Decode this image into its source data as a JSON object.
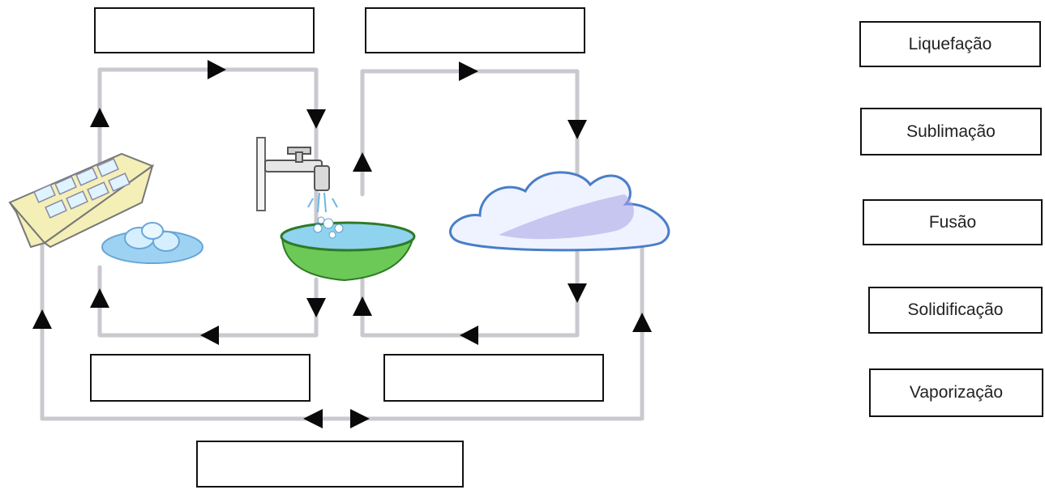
{
  "term_cards": [
    {
      "label": "Liquefação"
    },
    {
      "label": "Sublimação"
    },
    {
      "label": "Fusão"
    },
    {
      "label": "Solidificação"
    },
    {
      "label": "Vaporização"
    }
  ],
  "answer_boxes": [
    {
      "value": ""
    },
    {
      "value": ""
    },
    {
      "value": ""
    },
    {
      "value": ""
    },
    {
      "value": ""
    }
  ],
  "colors": {
    "cycle_line": "#c9c9cf",
    "arrow": "#0a0a0a",
    "ice_tray": "#f3efb6",
    "basin": "#6cc957",
    "water": "#8fd3ef",
    "cloud_fill": "#eef3ff",
    "cloud_shade": "#a8a0e6"
  },
  "icons": [
    "ice-tray-icon",
    "ice-cubes-icon",
    "faucet-icon",
    "water-basin-icon",
    "cloud-icon"
  ]
}
